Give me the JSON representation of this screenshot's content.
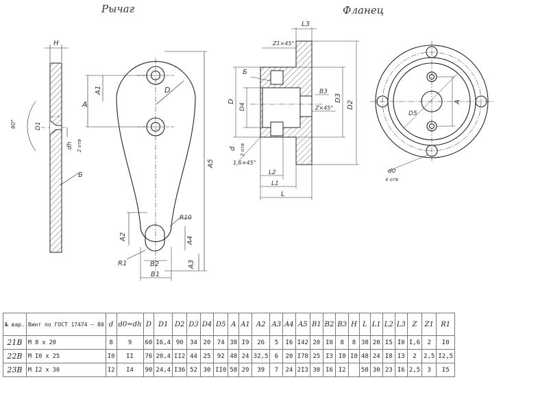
{
  "titles": {
    "lever": "Рычаг",
    "flange": "Фланец"
  },
  "lever_labels": {
    "H": "H",
    "D1": "D1",
    "angle": "90°",
    "dh": "dh",
    "dh_count": "2 отв",
    "B_mark": "Б",
    "A": "A",
    "A1": "A1",
    "D": "D",
    "A5": "A5",
    "R10": "R10",
    "A2": "A2",
    "A4": "A4",
    "A3": "A3",
    "R1": "R1",
    "B2": "B2",
    "B1": "B1"
  },
  "flange_labels": {
    "L3": "L3",
    "chamfer1": "Z1×45°",
    "B_mark": "Б",
    "D": "D",
    "D4": "D4",
    "B3": "B3",
    "chamfer2": "Z×45°",
    "D2": "D2",
    "D3": "D3",
    "d": "d",
    "d_count": "2 отв",
    "chamfer3": "1,6×45°",
    "L2": "L2",
    "L1": "L1",
    "L": "L",
    "A": "A",
    "D5": "D5",
    "d0": "d0",
    "d0_count": "4 отв"
  },
  "table": {
    "header_var": "№ вар.",
    "header_screw": "Винт по ГОСТ 17474 – 80",
    "columns": [
      "d",
      "d0=dh",
      "D",
      "D1",
      "D2",
      "D3",
      "D4",
      "D5",
      "A",
      "A1",
      "A2",
      "A3",
      "A4",
      "A5",
      "B1",
      "B2",
      "B3",
      "H",
      "L",
      "L1",
      "L2",
      "L3",
      "Z",
      "Z1",
      "R1"
    ],
    "rows": [
      {
        "var": "21В",
        "screw": "М 8 х 20",
        "values": [
          "8",
          "9",
          "60",
          "I6,4",
          "90",
          "34",
          "20",
          "74",
          "38",
          "I9",
          "26",
          "5",
          "I6",
          "I42",
          "20",
          "I0",
          "8",
          "8",
          "38",
          "20",
          "I5",
          "I0",
          "I,6",
          "2",
          "I0"
        ]
      },
      {
        "var": "22В",
        "screw": "М I0 х 25",
        "values": [
          "I0",
          "II",
          "76",
          "20,4",
          "II2",
          "44",
          "25",
          "92",
          "48",
          "24",
          "32,5",
          "6",
          "20",
          "I78",
          "25",
          "I3",
          "I0",
          "I0",
          "48",
          "24",
          "I8",
          "I3",
          "2",
          "2,5",
          "I2,5"
        ]
      },
      {
        "var": "23В",
        "screw": "М I2 х 30",
        "values": [
          "I2",
          "I4",
          "90",
          "24,4",
          "I36",
          "52",
          "30",
          "II0",
          "58",
          "29",
          "39",
          "7",
          "24",
          "2I3",
          "30",
          "I6",
          "I2",
          "",
          "58",
          "30",
          "23",
          "I6",
          "2,5",
          "3",
          "I5"
        ]
      }
    ]
  }
}
